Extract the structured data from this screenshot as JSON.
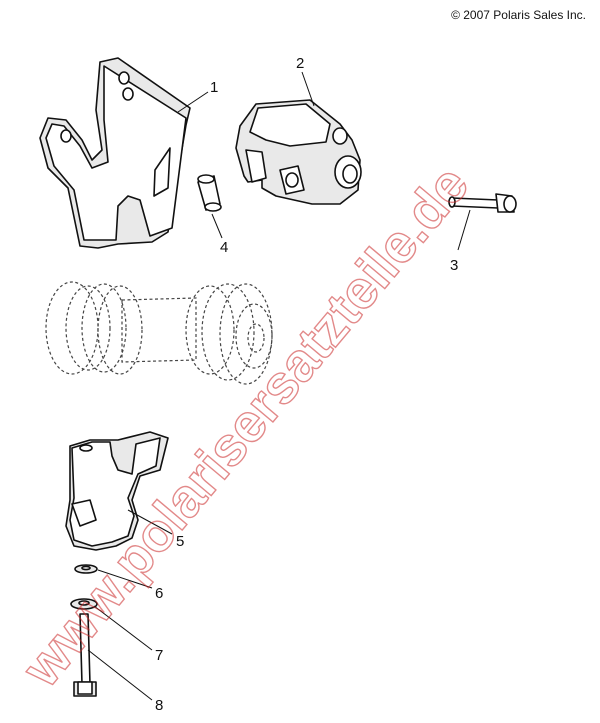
{
  "copyright": "© 2007 Polaris Sales Inc.",
  "watermark": "www.polarisersatzteile.de",
  "callouts": [
    "1",
    "2",
    "3",
    "4",
    "5",
    "6",
    "7",
    "8"
  ],
  "colors": {
    "line": "#111111",
    "watermark": "#cc2a2a",
    "background": "#ffffff"
  }
}
